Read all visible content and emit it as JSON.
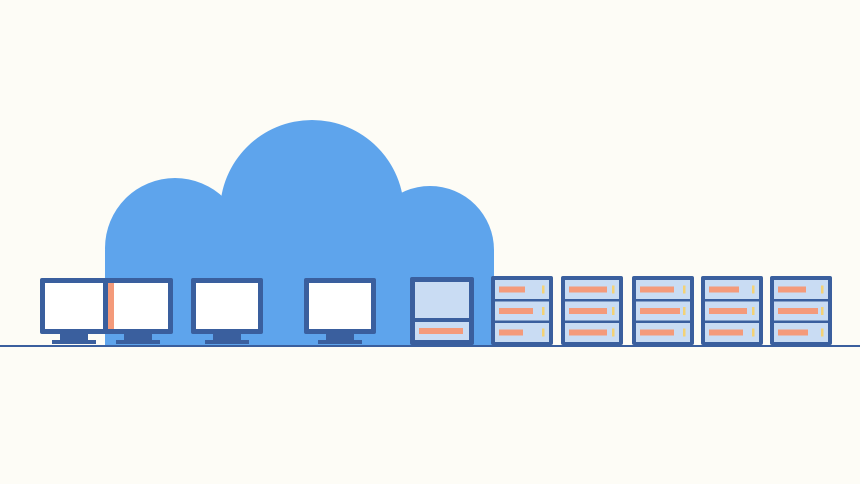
{
  "scene": {
    "background": "#fdfcf6",
    "cloud_color": "#5ea4ec",
    "outline_color": "#3a5f9e",
    "screen_color": "#ffffff",
    "panel_color": "#c9dcf3",
    "accent_color": "#f49a7a",
    "indicator_color": "#f3d276"
  },
  "monitors": [
    {
      "id": 1,
      "icon": "monitor-icon"
    },
    {
      "id": 2,
      "icon": "monitor-icon"
    },
    {
      "id": 3,
      "icon": "monitor-icon"
    },
    {
      "id": 4,
      "icon": "monitor-icon"
    }
  ],
  "servers": [
    {
      "id": 1,
      "icon": "server-rack-icon",
      "style": "large-window"
    },
    {
      "id": 2,
      "icon": "server-rack-icon",
      "style": "three-drawer"
    },
    {
      "id": 3,
      "icon": "server-rack-icon",
      "style": "three-drawer"
    },
    {
      "id": 4,
      "icon": "server-rack-icon",
      "style": "three-drawer"
    },
    {
      "id": 5,
      "icon": "server-rack-icon",
      "style": "three-drawer"
    },
    {
      "id": 6,
      "icon": "server-rack-icon",
      "style": "three-drawer"
    }
  ]
}
